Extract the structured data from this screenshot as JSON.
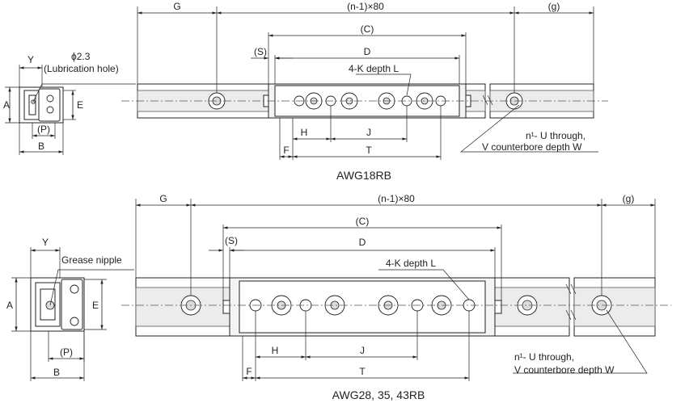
{
  "top": {
    "caption": "AWG18RB",
    "labels": {
      "G": "G",
      "n80": "(n-1)×80",
      "g": "(g)",
      "C": "(C)",
      "S": "(S)",
      "D": "D",
      "K": "4-K depth L",
      "H": "H",
      "J": "J",
      "F": "F",
      "T": "T",
      "U1": "n¹- U through,",
      "U2": "V counterbore depth W"
    },
    "side": {
      "Y": "Y",
      "phi": "ϕ2.3",
      "lub": "(Lubrication hole)",
      "A": "A",
      "E": "E",
      "P": "(P)",
      "B": "B"
    }
  },
  "bottom": {
    "caption": "AWG28, 35, 43RB",
    "labels": {
      "G": "G",
      "n80": "(n-1)×80",
      "g": "(g)",
      "C": "(C)",
      "S": "(S)",
      "D": "D",
      "K": "4-K depth L",
      "H": "H",
      "J": "J",
      "F": "F",
      "T": "T",
      "U1": "n¹- U through,",
      "U2": "V counterbore depth W"
    },
    "side": {
      "Y": "Y",
      "grease": "Grease nipple",
      "A": "A",
      "E": "E",
      "P": "(P)",
      "B": "B"
    }
  }
}
